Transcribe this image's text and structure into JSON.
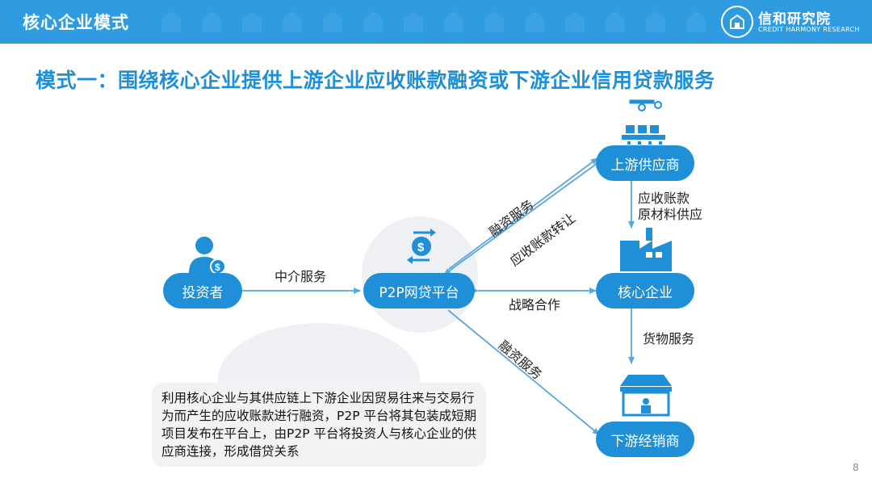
{
  "header": {
    "title": "核心企业模式"
  },
  "logo": {
    "name_cn": "信和研究院",
    "name_en": "CREDIT HARMONY RESEARCH"
  },
  "slide_title": "模式一：围绕核心企业提供上游企业应收账款融资或下游企业信用贷款服务",
  "nodes": {
    "investor": "投资者",
    "platform": "P2P网贷平台",
    "upstream": "上游供应商",
    "core": "核心企业",
    "downstream": "下游经销商"
  },
  "edges": {
    "intermediary": "中介服务",
    "financing_up": "融资服务",
    "receivable_transfer": "应收账款转让",
    "receivable": "应收账款",
    "raw_material": "原材料供应",
    "strategic": "战略合作",
    "goods": "货物服务",
    "financing_down": "融资服务"
  },
  "description": "利用核心企业与其供应链上下游企业因贸易往来与交易行为而产生的应收账款进行融资，P2P 平台将其包装成短期项目发布在平台上，由P2P 平台将投资人与核心企业的供应商连接，形成借贷关系",
  "page_number": "8",
  "colors": {
    "primary": "#1f8fd8",
    "header": "#2f9be0"
  }
}
